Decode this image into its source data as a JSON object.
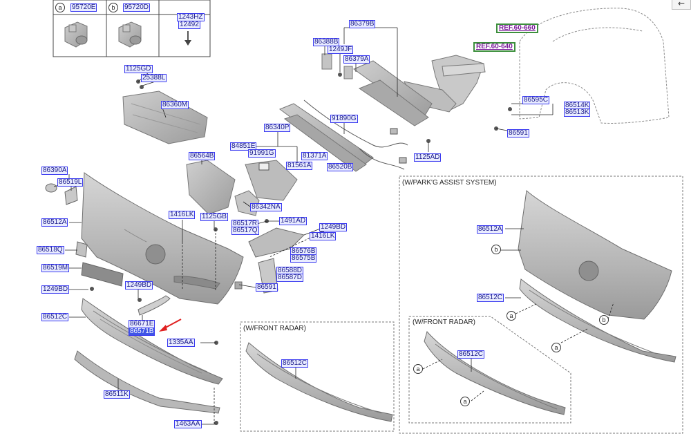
{
  "legend": {
    "a_marker": "a",
    "a_part": "95720E",
    "b_marker": "b",
    "b_part": "95720D",
    "bolt_parts": [
      "1243HZ",
      "12492"
    ]
  },
  "refs": [
    "REF.60-660",
    "REF.60-640"
  ],
  "parts": {
    "p86379B": "86379B",
    "p86388B": "86388B",
    "p1249JF": "1249JF",
    "p86379A": "86379A",
    "p1125GD": "1125GD",
    "p25388L": "25388L",
    "p86360M": "86360M",
    "p86340P": "86340P",
    "p91890G": "91890G",
    "p84851E": "84851E",
    "p91991G": "91991G",
    "p81371A": "81371A",
    "p81561A": "81561A",
    "p86520B": "86520B",
    "p1125AD": "1125AD",
    "p86595C": "86595C",
    "p86514K": "86514K",
    "p86513K": "86513K",
    "p86591_top": "86591",
    "p86390A": "86390A",
    "p86519L": "86519L",
    "p86564B": "86564B",
    "p86342NA": "86342NA",
    "p86512A": "86512A",
    "p1416LK_a": "1416LK",
    "p1125GB": "1125GB",
    "p86517R": "86517R",
    "p86517Q": "86517Q",
    "p1491AD": "1491AD",
    "p1249BD_r": "1249BD",
    "p1416LK_b": "1416LK",
    "p86518Q": "86518Q",
    "p86576B": "86576B",
    "p86575B": "86575B",
    "p86519M": "86519M",
    "p86588D": "86588D",
    "p86587D": "86587D",
    "p1249BD_l": "1249BD",
    "p1249BD_m": "1249BD",
    "p86591_mid": "86591",
    "p86512C": "86512C",
    "p86671E": "86671E",
    "p86571B": "86571B",
    "p1335AA": "1335AA",
    "p86511K": "86511K",
    "p1463AA": "1463AA"
  },
  "panels": {
    "front_radar": {
      "title": "(W/FRONT RADAR)",
      "part": "86512C"
    },
    "parking_assist": {
      "title": "(W/PARK'G ASSIST SYSTEM)",
      "upper_part": "86512A",
      "lower_part": "86512C",
      "inner_title": "(W/FRONT RADAR)",
      "inner_part": "86512C"
    }
  },
  "markers": {
    "a": "a",
    "b": "b"
  },
  "nav": {
    "back_glyph": "←"
  },
  "colors": {
    "label_border": "#3a3af0",
    "label_fill": "#e9ecff",
    "label_text": "#1a1a8a",
    "highlight_fill": "#3f55e6",
    "ref_border": "#3d8f3d",
    "ref_text": "#7a1a9a",
    "arrow": "#e02020",
    "part_fill": "#b8b8b8",
    "part_edge": "#7a7a7a"
  }
}
